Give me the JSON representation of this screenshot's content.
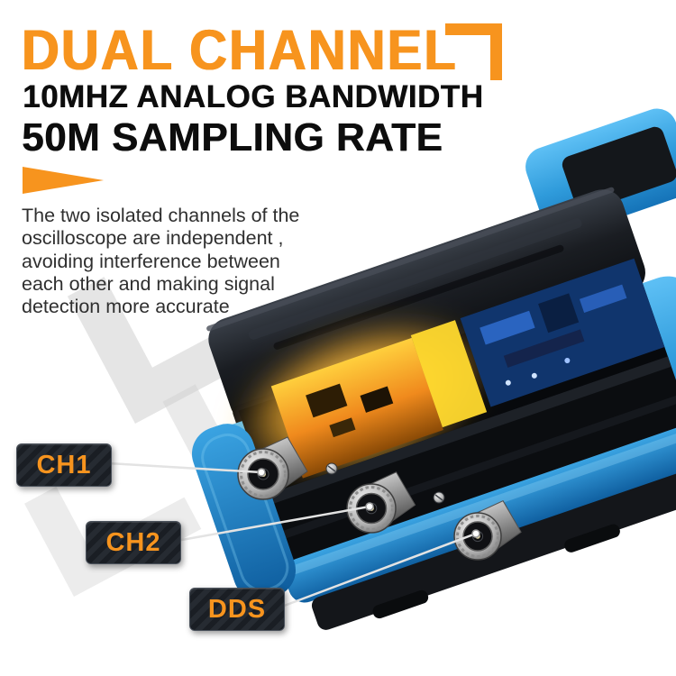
{
  "headline": {
    "line1": "DUAL CHANNEL",
    "line2": "10MHZ ANALOG BANDWIDTH",
    "line3": "50M SAMPLING RATE"
  },
  "description": {
    "text": "The two isolated channels of the\noscilloscope are independent ,\navoiding interference between\neach other and making signal\ndetection more accurate"
  },
  "callouts": [
    {
      "label": "CH1"
    },
    {
      "label": "CH2"
    },
    {
      "label": "DDS"
    }
  ],
  "colors": {
    "accent": "#F7941E",
    "headline_text": "#0D0D0D",
    "body_text": "#2F2F2F",
    "device_blue": "#2F9BDB",
    "badge_bg": "#1E2228",
    "badge_text": "#F7941E",
    "glow_orange": "#FFB530",
    "pcb_blue": "#10356D"
  }
}
